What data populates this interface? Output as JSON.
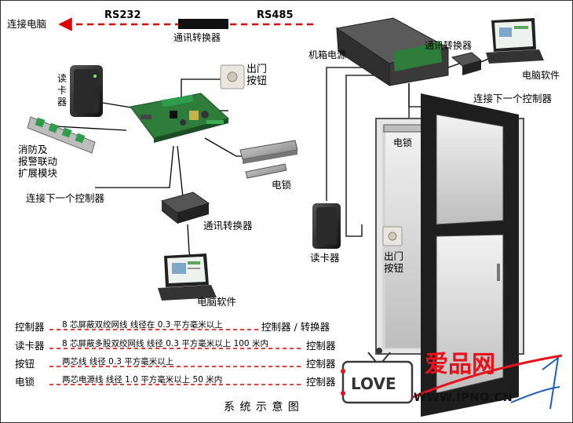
{
  "top": {
    "left_label": "连接电脑",
    "rs232": "RS232",
    "rs485": "RS485",
    "converter_label": "通讯转换器"
  },
  "left": {
    "reader": "读\n卡\n器",
    "exit_button": "出门\n按钮",
    "fire_module": "消防及\n报警联动\n扩展模块",
    "lock": "电锁",
    "next_controller": "连接下一个控制器",
    "converter": "通讯转换器",
    "pc_software": "电脑软件"
  },
  "right": {
    "power": "机箱电源",
    "converter": "通讯转换器",
    "pc_software": "电脑软件",
    "next_controller": "连接下一个控制器",
    "lock": "电锁",
    "reader": "读卡器",
    "exit_button": "出门\n按钮"
  },
  "legend": [
    {
      "name": "控制器",
      "spec": "8 芯屏蔽双绞网线 线径在 0.3 平方毫米以上",
      "target": "控制器 / 转换器"
    },
    {
      "name": "读卡器",
      "spec": "8 芯屏蔽多股双绞网线 线径 0.3 平方毫米以上 100 米内",
      "target": "控制器"
    },
    {
      "name": "按钮",
      "spec": "两芯线  线径 0.3 平方毫米以上",
      "target": "控制器"
    },
    {
      "name": "电锁",
      "spec": "两芯电源线  线径 1.0 平方毫米以上  50 米内",
      "target": "控制器"
    }
  ],
  "footer": {
    "title": "系 统 示 意 图",
    "love": "LOVE",
    "brand": "爱品网",
    "url": "WWW.IPNO.CN"
  },
  "colors": {
    "wire_red": "#e00000",
    "board_green": "#2f7d3a",
    "brand_red": "#e8101a",
    "door_frame": "#2a2a2a"
  }
}
